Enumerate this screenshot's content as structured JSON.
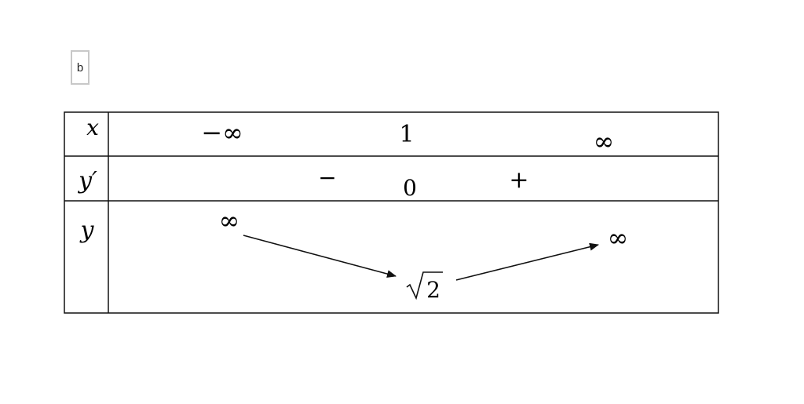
{
  "label": "b",
  "rows": {
    "x": {
      "header": "x",
      "values": [
        "−∞",
        "1",
        "∞"
      ]
    },
    "y_prime": {
      "header": "y′",
      "signs": [
        "−",
        "0",
        "+"
      ]
    },
    "y": {
      "header": "y",
      "left_value": "∞",
      "min_value": "2",
      "right_value": "∞"
    }
  },
  "colors": {
    "border": "#111111",
    "label_border": "#c8c8c8"
  }
}
